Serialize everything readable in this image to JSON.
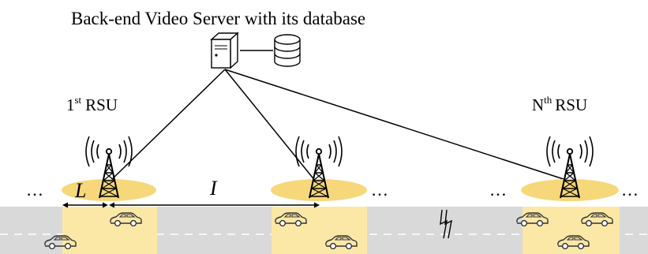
{
  "title": "Back-end Video Server with its database",
  "icons": {
    "server": "server-icon",
    "database": "database-icon",
    "tower": "radio-tower-icon",
    "car": "car-icon"
  },
  "rsu_first": {
    "number": "1",
    "suffix": "st",
    "name": "RSU"
  },
  "rsu_last": {
    "number": "N",
    "suffix": "th",
    "name": "RSU"
  },
  "label_L": "L",
  "label_I": "I",
  "ellipsis": "…",
  "colors": {
    "road": "#d9d9d9",
    "coverage": "#fbe8a6",
    "coverage_oval": "#f6d77a",
    "lines": "#000000"
  }
}
